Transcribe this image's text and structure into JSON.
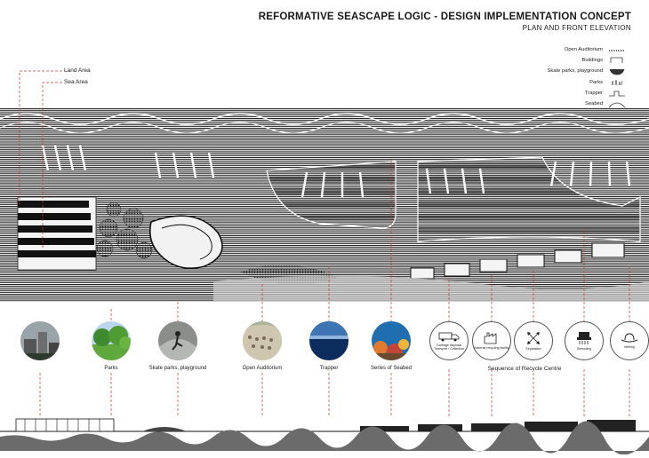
{
  "header": {
    "title": "REFORMATIVE SEASCAPE LOGIC - DESIGN IMPLEMENTATION CONCEPT",
    "subtitle": "PLAN AND FRONT ELEVATION"
  },
  "legend": [
    {
      "label": "Open Auditorium",
      "icon": "auditorium-icon"
    },
    {
      "label": "Buildings",
      "icon": "building-icon"
    },
    {
      "label": "Skate parks, playground",
      "icon": "skate-park-icon"
    },
    {
      "label": "Parks",
      "icon": "park-icon"
    },
    {
      "label": "Trapper",
      "icon": "trapper-icon"
    },
    {
      "label": "Seabed",
      "icon": "seabed-icon"
    }
  ],
  "zones": {
    "land": "Land Area",
    "sea": "Sea Area"
  },
  "features": [
    {
      "label": "",
      "photo": "buildings-photo"
    },
    {
      "label": "Parks",
      "photo": "park-photo"
    },
    {
      "label": "Skate parks, playground",
      "photo": "skate-photo"
    },
    {
      "label": "Open Auditorium",
      "photo": "auditorium-photo"
    },
    {
      "label": "Trapper",
      "photo": "trapper-photo"
    },
    {
      "label": "Series of Seabed",
      "photo": "seabed-photo"
    }
  ],
  "recycle_steps": [
    {
      "label": "Garbage disposal\nTransport / Collection",
      "icon": "truck-icon"
    },
    {
      "label": "Material recycling facility",
      "icon": "factory-icon"
    },
    {
      "label": "Separation",
      "icon": "separation-arrows-icon"
    },
    {
      "label": "Shredding",
      "icon": "shredder-icon"
    },
    {
      "label": "Melting",
      "icon": "hat-melting-icon"
    }
  ],
  "recycle_caption": "Sequence of Recycle Centre"
}
